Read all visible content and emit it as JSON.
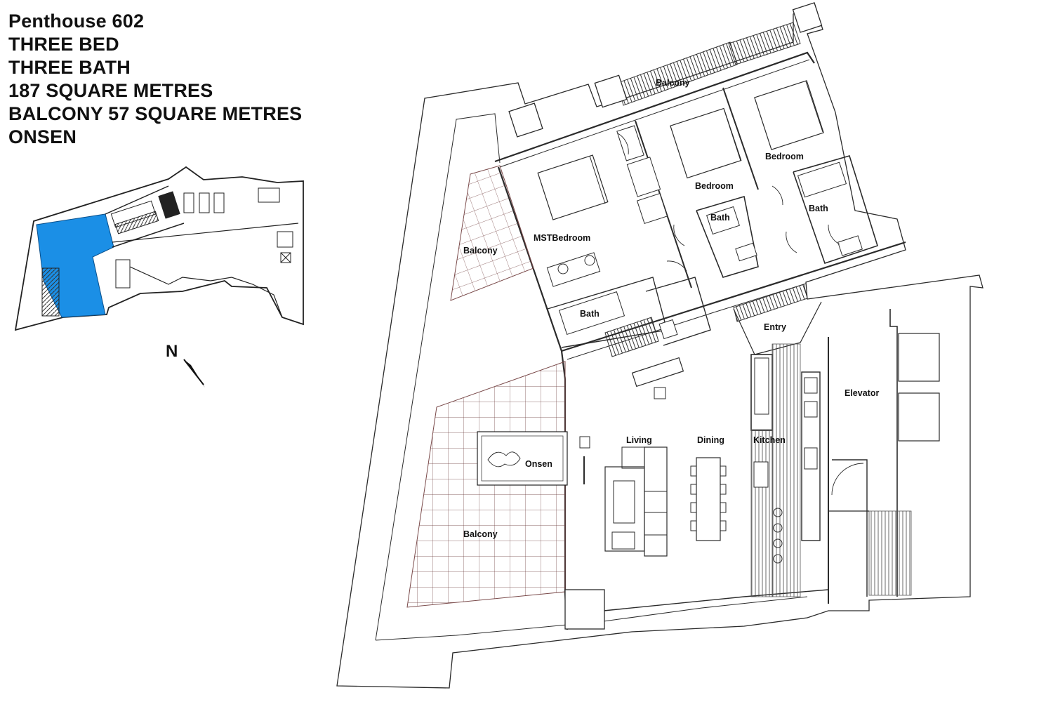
{
  "listing": {
    "lines": [
      "Penthouse 602",
      "THREE BED",
      "THREE BATH",
      "187 SQUARE METRES",
      "BALCONY 57 SQUARE METRES",
      "ONSEN"
    ]
  },
  "key_plan": {
    "highlight_color": "#1b8fe6",
    "north_label": "N"
  },
  "rooms": {
    "balcony_top": "Balcony",
    "bedroom_2": "Bedroom",
    "bedroom_3": "Bedroom",
    "bath_2": "Bath",
    "bath_3": "Bath",
    "master_bedroom": "MSTBedroom",
    "balcony_left": "Balcony",
    "bath_master": "Bath",
    "entry": "Entry",
    "elevator": "Elevator",
    "living": "Living",
    "dining": "Dining",
    "kitchen": "Kitchen",
    "onsen": "Onsen",
    "balcony_main": "Balcony"
  },
  "colors": {
    "line": "#2b2b2b",
    "light_line": "#8a8a8a",
    "balcony_edge": "#7a4a4a"
  }
}
